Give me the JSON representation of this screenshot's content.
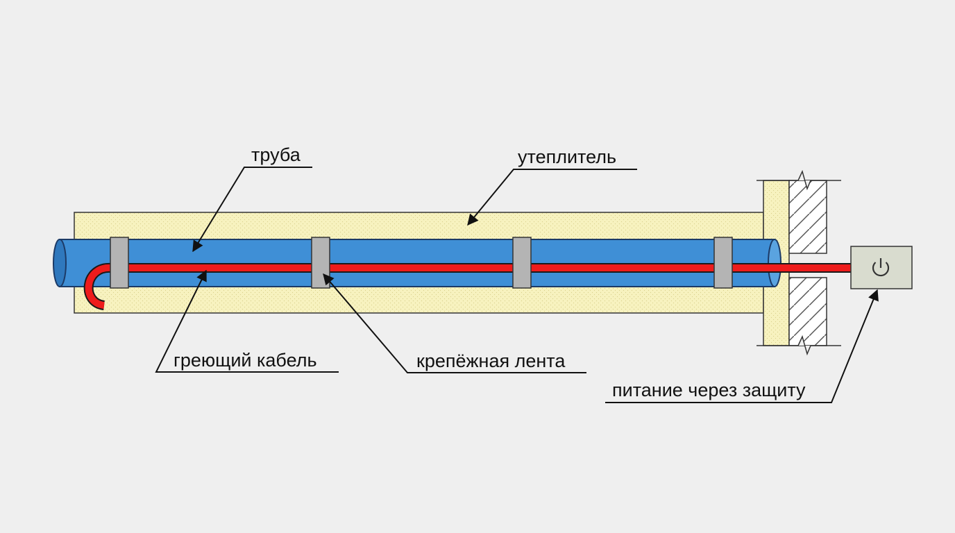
{
  "labels": {
    "pipe": "труба",
    "insulation": "утеплитель",
    "heating_cable": "греющий кабель",
    "mounting_tape": "крепёжная лента",
    "power_supply": "питание через защиту"
  },
  "icons": {
    "power_button": "power-icon"
  },
  "colors": {
    "background": "#efefef",
    "insulation": "#f7f2bf",
    "pipe": "#3f8fd6",
    "pipe_outline": "#1c3a66",
    "cable": "#ee1c1c",
    "tape": "#b4b4b4",
    "power_box": "#d9dccf"
  }
}
